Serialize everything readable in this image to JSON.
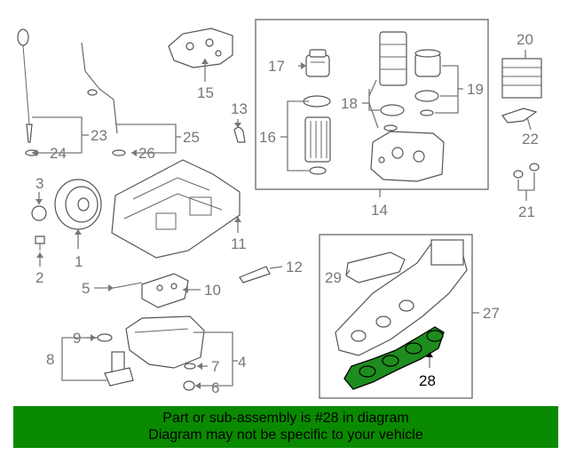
{
  "callouts": {
    "c1": "1",
    "c2": "2",
    "c3": "3",
    "c4": "4",
    "c5": "5",
    "c6": "6",
    "c7": "7",
    "c8": "8",
    "c9": "9",
    "c10": "10",
    "c11": "11",
    "c12": "12",
    "c13": "13",
    "c14": "14",
    "c15": "15",
    "c16": "16",
    "c17": "17",
    "c18": "18",
    "c19": "19",
    "c20": "20",
    "c21": "21",
    "c22": "22",
    "c23": "23",
    "c24": "24",
    "c25": "25",
    "c26": "26",
    "c27": "27",
    "c28": "28",
    "c29": "29"
  },
  "highlight_part": "28",
  "colors": {
    "banner_bg": "#0a8a00",
    "highlight": "#1e8c1e",
    "callout_text": "#777777",
    "outline": "#555555"
  },
  "banner": {
    "line1": "Part or sub-assembly is #28 in diagram",
    "line2": "Diagram may not be specific to your vehicle"
  }
}
